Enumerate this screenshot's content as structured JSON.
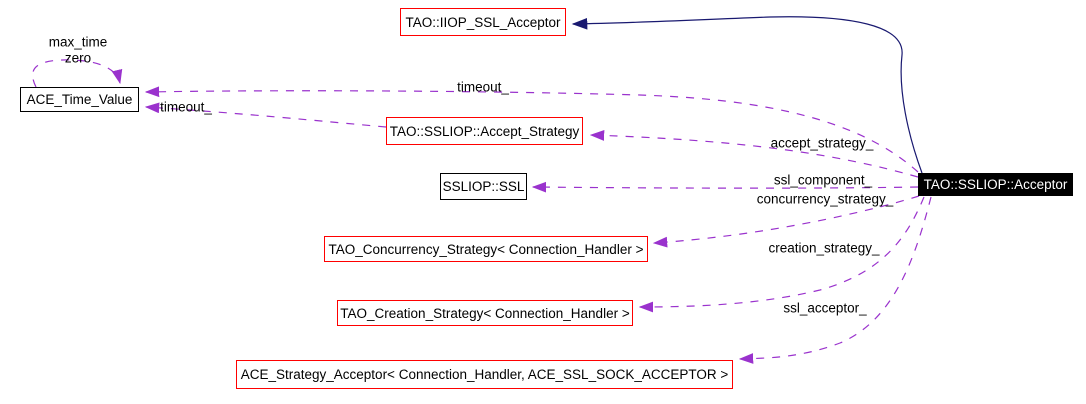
{
  "nodes": {
    "time_value": {
      "label": "ACE_Time_Value"
    },
    "iiop_ssl_acceptor": {
      "label": "TAO::IIOP_SSL_Acceptor"
    },
    "accept_strategy": {
      "label": "TAO::SSLIOP::Accept_Strategy"
    },
    "ssl": {
      "label": "SSLIOP::SSL"
    },
    "concurrency_strategy": {
      "label": "TAO_Concurrency_Strategy< Connection_Handler >"
    },
    "creation_strategy": {
      "label": "TAO_Creation_Strategy< Connection_Handler >"
    },
    "strategy_acceptor": {
      "label": "ACE_Strategy_Acceptor< Connection_Handler, ACE_SSL_SOCK_ACCEPTOR >"
    },
    "acceptor": {
      "label": "TAO::SSLIOP::Acceptor"
    }
  },
  "edge_labels": {
    "max_time": "max_time",
    "zero": "zero",
    "timeout_from_accept_strategy": "timeout_",
    "timeout_from_acceptor": "timeout_",
    "accept_strategy": "accept_strategy_",
    "ssl_component": "ssl_component_",
    "concurrency_strategy": "concurrency_strategy_",
    "creation_strategy": "creation_strategy_",
    "ssl_acceptor": "ssl_acceptor_"
  },
  "colors": {
    "background": "#ffffff",
    "membership_edge": "#9a32cd",
    "inheritance_edge": "#191970",
    "linked_node_border": "#ff0000",
    "plain_node_border": "#000000",
    "focus_node_background": "#000000",
    "focus_node_text": "#ffffff"
  }
}
